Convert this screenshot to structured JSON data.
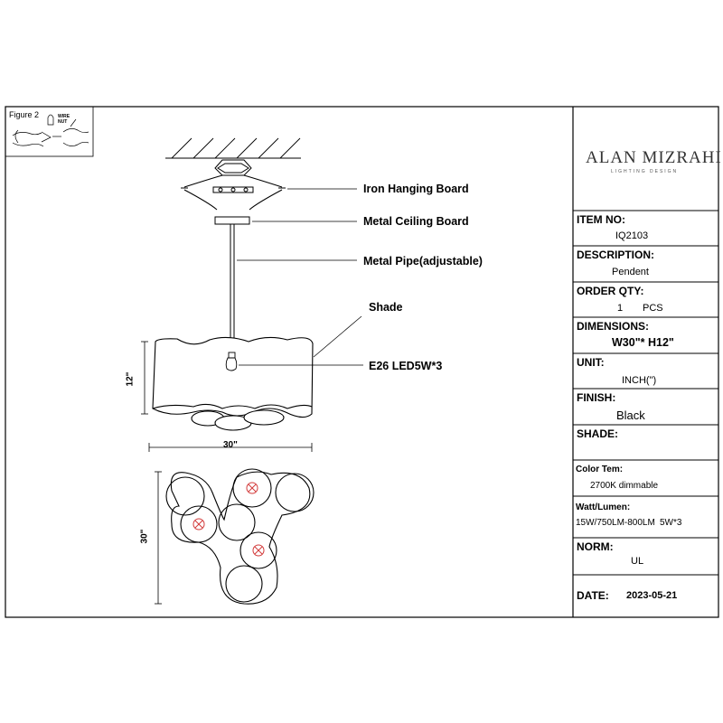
{
  "figure_label": "Figure 2",
  "wire_nut_label": [
    "WIRE",
    "NUT"
  ],
  "brand": {
    "name": "ALAN MIZRAHI",
    "tagline": "LIGHTING DESIGN"
  },
  "callouts": {
    "iron_hanging_board": "Iron Hanging Board",
    "metal_ceiling_board": "Metal Ceiling Board",
    "metal_pipe": "Metal Pipe(adjustable)",
    "shade": "Shade",
    "bulb": "E26 LED5W*3"
  },
  "dimensions": {
    "height": "12\"",
    "width": "30\"",
    "depth": "30\""
  },
  "title_block": {
    "item_no_label": "ITEM NO:",
    "item_no": "IQ2103",
    "description_label": "DESCRIPTION:",
    "description": "Pendent",
    "order_qty_label": "ORDER QTY:",
    "order_qty": "1",
    "order_qty_unit": "PCS",
    "dimensions_label": "DIMENSIONS:",
    "dimensions": "W30\"* H12\"",
    "unit_label": "UNIT:",
    "unit": "INCH(\")",
    "finish_label": "FINISH:",
    "finish": "Black",
    "shade_label": "SHADE:",
    "color_temp_label": "Color Tem:",
    "color_temp": "2700K dimmable",
    "watt_label": "Watt/Lumen:",
    "watt": "15W/750LM-800LM",
    "watt_extra": "5W*3",
    "norm_label": "NORM:",
    "norm": "UL",
    "date_label": "DATE:",
    "date": "2023-05-21"
  }
}
